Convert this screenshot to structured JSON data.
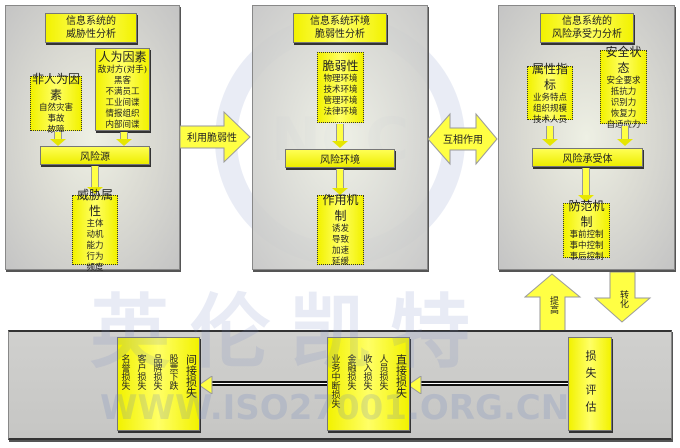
{
  "threat_panel": {
    "title": [
      "信息系统的",
      "威胁性分析"
    ],
    "non_human": {
      "title": "非人为因素",
      "items": [
        "自然灾害",
        "事故",
        "故障"
      ]
    },
    "human": {
      "title": "人为因素",
      "items": [
        "敌对方(对手)",
        "黑客",
        "不满员工",
        "工业间谍",
        "情报组织",
        "内部间谍"
      ]
    },
    "source": "风险源",
    "attributes": {
      "title": "威胁属性",
      "items": [
        "主体",
        "动机",
        "能力",
        "行为",
        "频度"
      ]
    }
  },
  "exploit_arrow": "利用脆弱性",
  "vuln_panel": {
    "title": [
      "信息系统环境",
      "脆弱性分析"
    ],
    "vulnerability": {
      "title": "脆弱性",
      "items": [
        "物理环境",
        "技术环境",
        "管理环境",
        "法律环境"
      ]
    },
    "environment": "风险环境",
    "mechanism": {
      "title": "作用机制",
      "items": [
        "诱发",
        "导致",
        "加速",
        "延缓"
      ]
    }
  },
  "interact_arrow": "互相作用",
  "tolerance_panel": {
    "title": [
      "信息系统的",
      "风险承受力分析"
    ],
    "attr_index": {
      "title": "属性指标",
      "items": [
        "业务特点",
        "组织规模",
        "技术人员"
      ]
    },
    "security_state": {
      "title": "安全状态",
      "items": [
        "安全要求",
        "抵抗力",
        "识别力",
        "恢复力",
        "自适应力"
      ]
    },
    "bearer": "风险承受体",
    "defense": {
      "title": "防范机制",
      "items": [
        "事前控制",
        "事中控制",
        "事后控制"
      ]
    }
  },
  "up_arrow": "提高",
  "down_arrow": "转化",
  "loss_panel": {
    "assessment": "损失评估",
    "direct": {
      "title": "直接损失",
      "items": [
        "人员损失",
        "收入损失",
        "金融损失",
        "业务中断损失"
      ]
    },
    "indirect": {
      "title": "间接损失",
      "items": [
        "股票下跌",
        "品牌损失",
        "客户损失",
        "名誉损失"
      ]
    }
  },
  "watermark": {
    "cn": "英伦凯特",
    "url": "WWW.ISO27001.ORG.CN",
    "logo": "NCC"
  },
  "colors": {
    "box": "#ffff33",
    "panel": "#c8c8c8"
  }
}
